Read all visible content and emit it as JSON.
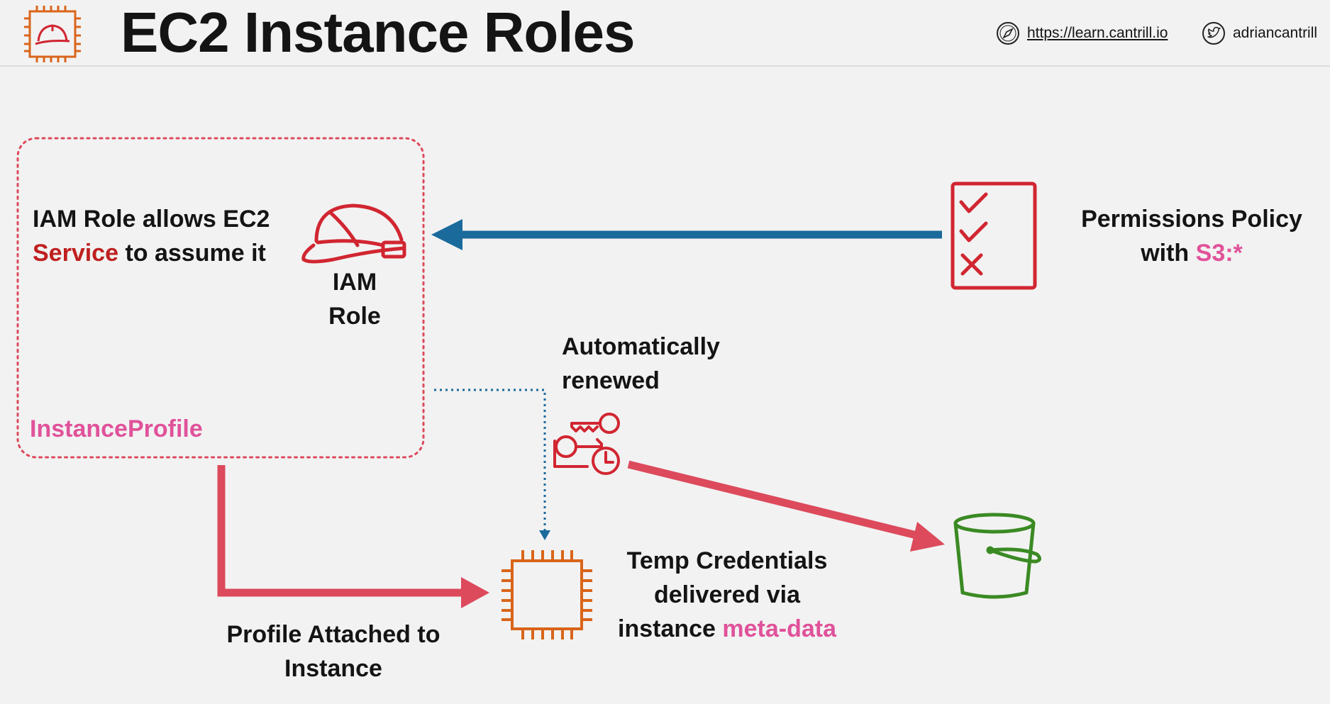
{
  "header": {
    "title": "EC2 Instance Roles",
    "website_url": "https://learn.cantrill.io",
    "twitter_handle": "adriancantrill",
    "icons": [
      "ec2-chip-hardhat-icon",
      "compass-icon",
      "twitter-icon"
    ]
  },
  "diagram": {
    "instance_profile": {
      "description_line1": "IAM Role allows EC2",
      "description_service": "Service",
      "description_rest": " to assume it",
      "label": "InstanceProfile"
    },
    "iam_role": {
      "line1": "IAM",
      "line2": "Role"
    },
    "permissions_policy": {
      "line1": "Permissions Policy",
      "line2_prefix": "with ",
      "line2_highlight": "S3:*"
    },
    "renewal": {
      "line1": "Automatically",
      "line2": "renewed"
    },
    "temp_credentials": {
      "line1": "Temp Credentials",
      "line2": "delivered via",
      "line3_prefix": "instance ",
      "line3_highlight": "meta-data"
    },
    "profile_attached": {
      "line1": "Profile Attached to",
      "line2": "Instance"
    },
    "icons": [
      "hardhat-icon",
      "checklist-icon",
      "keys-clock-icon",
      "ec2-chip-icon",
      "s3-bucket-icon"
    ]
  },
  "colors": {
    "pink": "#e0529a",
    "service_red": "#bf1f1f",
    "icon_red": "#d12631",
    "arrow_red": "#dc4a5c",
    "arrow_blue": "#1a6a9c",
    "ec2_orange": "#d9651a",
    "s3_green": "#3a8a23"
  }
}
